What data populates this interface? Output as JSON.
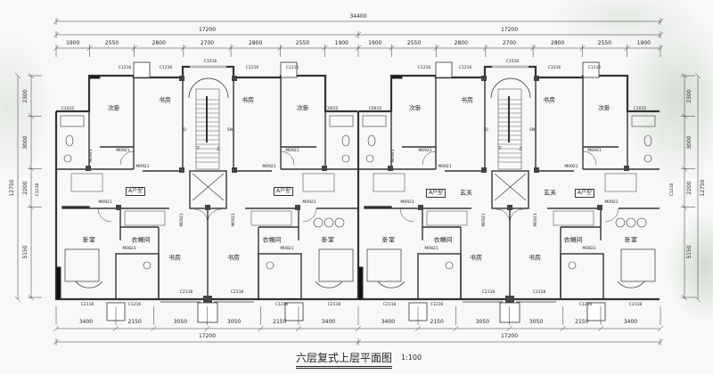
{
  "title": "六层复式上层平面图",
  "scale": "1:100",
  "dimensions": {
    "top_total": "34400",
    "top_halves": [
      "17200",
      "17200"
    ],
    "top_segments": [
      1900,
      2550,
      2800,
      2700,
      2800,
      2550,
      1900,
      1900,
      2550,
      2800,
      2700,
      2800,
      2550,
      1900
    ],
    "bottom_segments": [
      3400,
      2150,
      3050,
      3050,
      2150,
      3400,
      3400,
      2150,
      3050,
      3050,
      2150,
      3400
    ],
    "bottom_halves": [
      "17200",
      "17200"
    ],
    "left_total": "12750",
    "left_segments": [
      2300,
      3000,
      2200,
      5150
    ],
    "right_total": "12750",
    "right_segments": [
      2300,
      3000,
      2200,
      5150
    ]
  },
  "rooms": [
    "次卧",
    "书房",
    "书房",
    "次卧",
    "卧室",
    "衣帽间",
    "书房",
    "书房",
    "衣帽间",
    "卧室",
    "A户型",
    "A户型",
    "次卧",
    "书房",
    "书房",
    "次卧",
    "卧室",
    "衣帽间",
    "书房",
    "书房",
    "衣帽间",
    "卧室",
    "A户型",
    "玄关",
    "玄关",
    "A户型"
  ],
  "windows": [
    "C1216",
    "C1216",
    "C1516",
    "C1216",
    "C1216",
    "C1015",
    "C0915",
    "C2118",
    "C1216",
    "C2118",
    "C2118",
    "C1216",
    "C2118",
    "C1218",
    "C0915",
    "C1216",
    "C1216",
    "C1516",
    "C1216",
    "C1216",
    "C1015",
    "C2118",
    "C1216",
    "C2118",
    "C2118",
    "C1216",
    "C2118",
    "C1218"
  ],
  "doors": [
    "M0921",
    "M0921",
    "M0921",
    "M0921",
    "M0921",
    "M0921",
    "M0921",
    "M0821",
    "M0821",
    "M0921",
    "M0921",
    "M0921",
    "M0921",
    "M0921",
    "M0921",
    "M0921",
    "M0921",
    "M0921",
    "M0821",
    "M0821",
    "M0921",
    "M0921"
  ],
  "stair_marks": [
    "D",
    "SN",
    "下",
    "上",
    "D",
    "SN",
    "下",
    "上"
  ]
}
